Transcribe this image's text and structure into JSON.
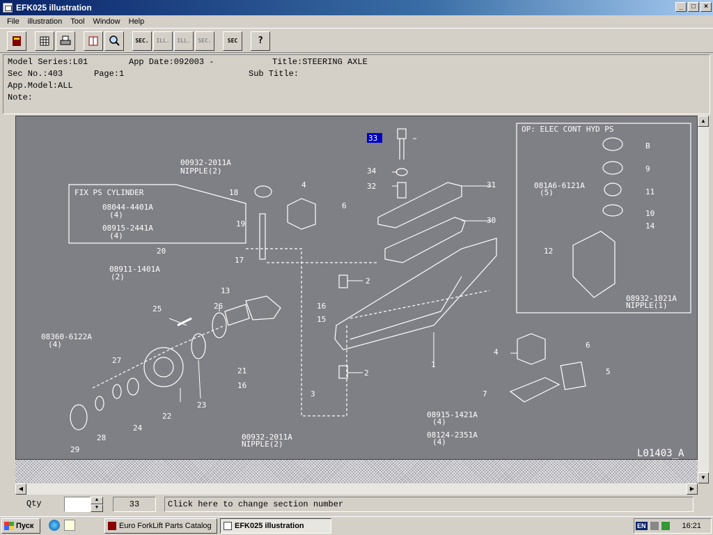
{
  "window": {
    "title": "EFK025 illustration",
    "min": "_",
    "restore": "□",
    "close": "×"
  },
  "menu": [
    "File",
    "illustration",
    "Tool",
    "Window",
    "Help"
  ],
  "toolbar": {
    "buttons": [
      {
        "name": "book-icon",
        "label": ""
      },
      {
        "name": "grid-icon",
        "label": ""
      },
      {
        "name": "print-icon",
        "label": ""
      },
      {
        "name": "open-book-icon",
        "label": ""
      },
      {
        "name": "search-icon",
        "label": ""
      },
      {
        "name": "prev-sec-button",
        "label": "SEC."
      },
      {
        "name": "prev-ill-button",
        "label": "ILL."
      },
      {
        "name": "next-ill-button",
        "label": "ILL."
      },
      {
        "name": "next-sec-button",
        "label": "SEC."
      },
      {
        "name": "goto-sec-button",
        "label": "SEC"
      },
      {
        "name": "help-icon",
        "label": "?"
      }
    ]
  },
  "info": {
    "model_series": "Model Series:L01",
    "app_date": "App Date:092003 -",
    "title": "Title:STEERING AXLE",
    "sec_no": "Sec No.:403",
    "page": "Page:1",
    "sub_title": "Sub Title:",
    "app_model": "App.Model:ALL",
    "note": "Note:"
  },
  "illustration": {
    "code": "L01403_A",
    "selected_ref": "33",
    "inset_title": "OP: ELEC CONT HYD PS",
    "box_title": "FIX PS CYLINDER",
    "labels": {
      "nipple_top": "00932-2011A",
      "nipple_top_sub": "NIPPLE(2)",
      "bolt_b08044": "08044-4401A",
      "bolt_b08044_qty": "(4)",
      "washer_w08915": "08915-2441A",
      "washer_w08915_qty": "(4)",
      "nut_08911": "08911-1401A",
      "nut_08911_qty": "(2)",
      "bolt_08360": "08360-6122A",
      "bolt_08360_qty": "(4)",
      "nipple_bottom": "00932-2011A",
      "nipple_bottom_sub": "NIPPLE(2)",
      "washer_08915_1421": "08915-1421A",
      "washer_08915_1421_qty": "(4)",
      "bolt_08124": "08124-2351A",
      "bolt_08124_qty": "(4)",
      "bolt_081a6": "081A6-6121A",
      "bolt_081a6_qty": "(5)",
      "nipple_inset": "08932-1021A",
      "nipple_inset_sub": "NIPPLE(1)"
    },
    "refs": [
      "1",
      "2",
      "2",
      "3",
      "4",
      "4",
      "5",
      "6",
      "6",
      "7",
      "13",
      "15",
      "16",
      "16",
      "17",
      "18",
      "19",
      "20",
      "21",
      "22",
      "23",
      "24",
      "25",
      "26",
      "27",
      "28",
      "29",
      "30",
      "31",
      "32",
      "33",
      "34",
      "B",
      "9",
      "11",
      "10",
      "14",
      "12"
    ]
  },
  "status": {
    "qty_label": "Qty",
    "qty_value": "",
    "section": "33",
    "message": "Click here to change section number"
  },
  "taskbar": {
    "start": "Пуск",
    "tasks": [
      "Euro ForkLift Parts Catalog",
      "EFK025 illustration"
    ],
    "lang": "EN",
    "clock": "16:21"
  }
}
